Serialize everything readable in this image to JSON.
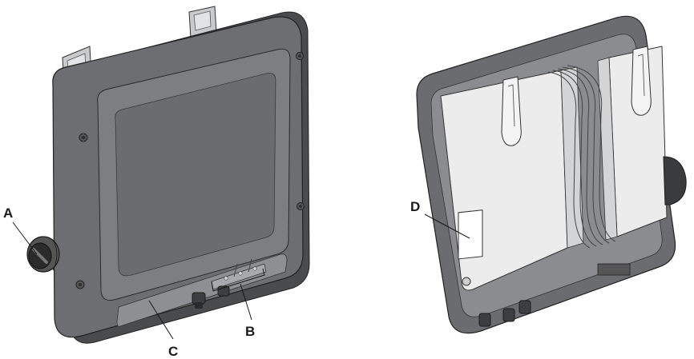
{
  "callouts": {
    "a": "A",
    "b": "B",
    "c": "C",
    "d": "D"
  },
  "colors": {
    "background": "#ffffff",
    "housing_dark": "#5f6062",
    "housing_mid": "#77797c",
    "housing_light": "#9a9c9f",
    "rear_panel": "#e9e9ea",
    "line": "#1a1a1a"
  }
}
